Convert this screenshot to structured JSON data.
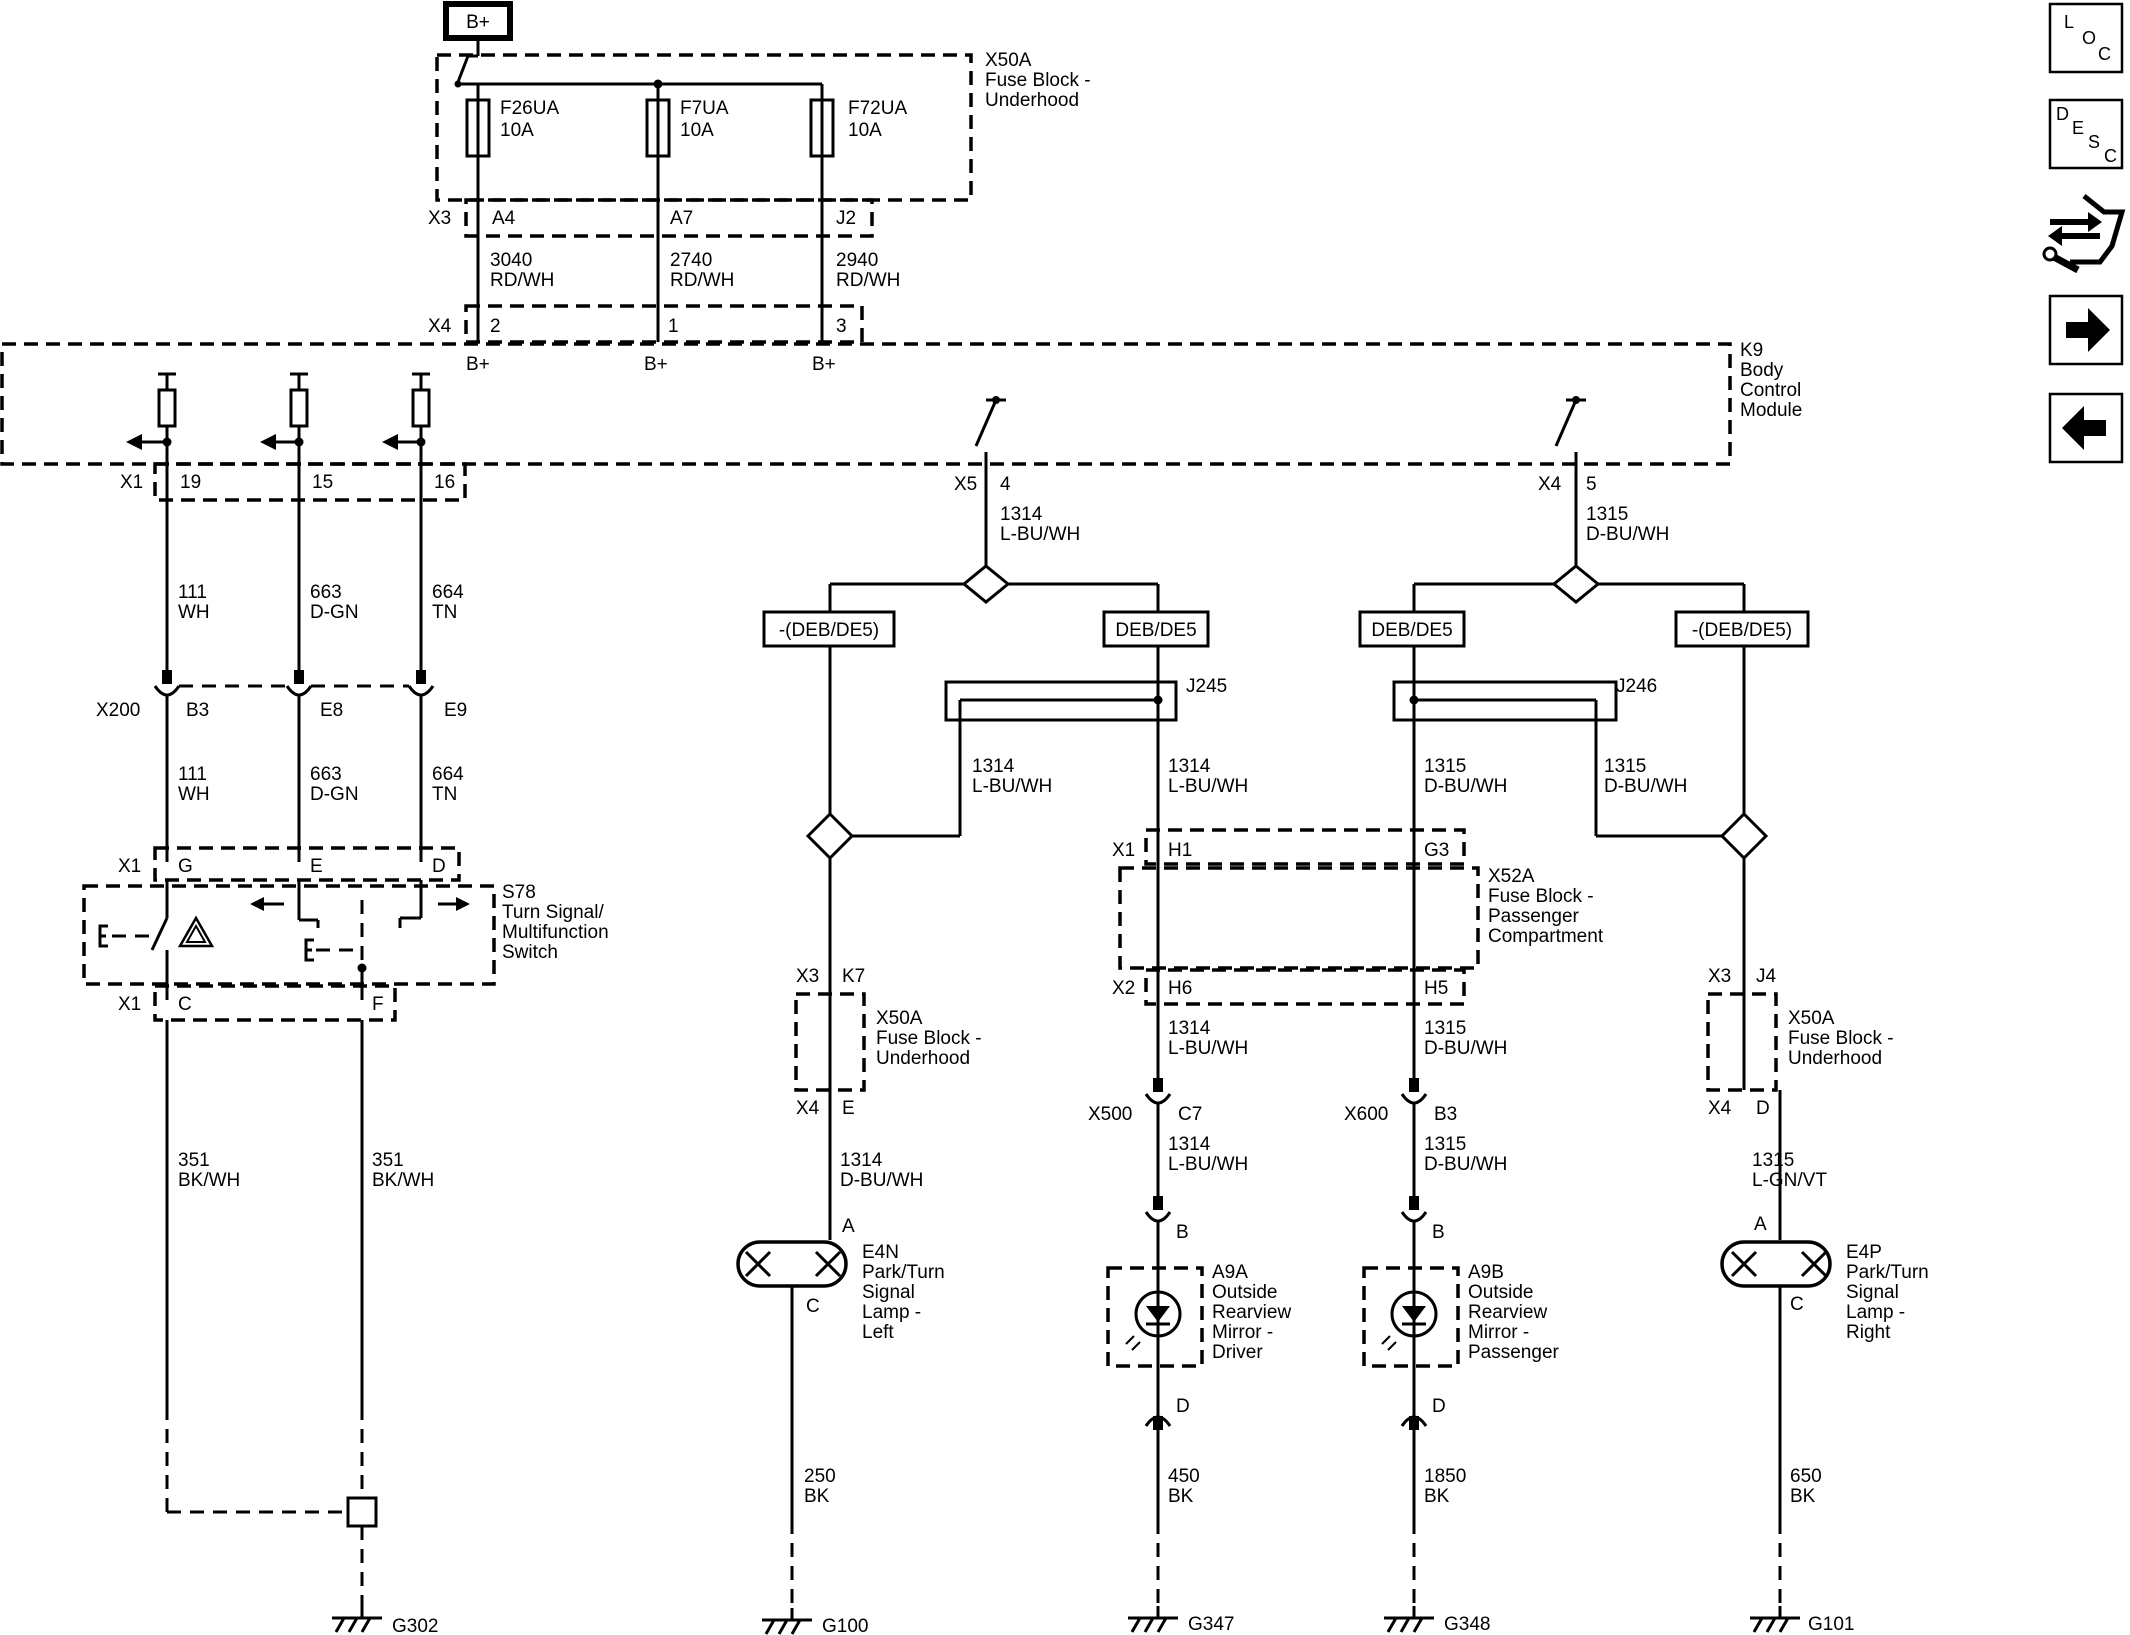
{
  "power": {
    "label": "B+"
  },
  "fuse_block": {
    "name": "X50A",
    "desc": [
      "Fuse Block -",
      "Underhood"
    ],
    "fuses": [
      {
        "id": "F26UA",
        "rating": "10A",
        "x3_pin": "A4",
        "circuit": "3040",
        "color": "RD/WH",
        "x4_pin": "2",
        "bcm_label": "B+"
      },
      {
        "id": "F7UA",
        "rating": "10A",
        "x3_pin": "A7",
        "circuit": "2740",
        "color": "RD/WH",
        "x4_pin": "1",
        "bcm_label": "B+"
      },
      {
        "id": "F72UA",
        "rating": "10A",
        "x3_pin": "J2",
        "circuit": "2940",
        "color": "RD/WH",
        "x4_pin": "3",
        "bcm_label": "B+"
      }
    ],
    "x3": "X3",
    "x4": "X4"
  },
  "bcm": {
    "name": "K9",
    "desc": [
      "Body",
      "Control",
      "Module"
    ],
    "left_connector": "X1",
    "left_pins": [
      "19",
      "15",
      "16"
    ],
    "x5": {
      "connector": "X5",
      "pin": "4"
    },
    "x4": {
      "connector": "X4",
      "pin": "5"
    }
  },
  "left_wires": {
    "upper": [
      {
        "circuit": "111",
        "color": "WH"
      },
      {
        "circuit": "663",
        "color": "D-GN"
      },
      {
        "circuit": "664",
        "color": "TN"
      }
    ],
    "x200": {
      "name": "X200",
      "pins": [
        "B3",
        "E8",
        "E9"
      ]
    },
    "lower": [
      {
        "circuit": "111",
        "color": "WH"
      },
      {
        "circuit": "663",
        "color": "D-GN"
      },
      {
        "circuit": "664",
        "color": "TN"
      }
    ]
  },
  "switch": {
    "name": "S78",
    "desc": [
      "Turn Signal/",
      "Multifunction",
      "Switch"
    ],
    "x1_top": "X1",
    "top_pins": [
      "G",
      "E",
      "D"
    ],
    "x1_bottom": "X1",
    "bottom_pins": [
      "C",
      "F"
    ],
    "ground_wires": [
      {
        "circuit": "351",
        "color": "BK/WH"
      },
      {
        "circuit": "351",
        "color": "BK/WH"
      }
    ],
    "ground": "G302"
  },
  "left_circuit": {
    "trunk": {
      "circuit": "1314",
      "color": "L-BU/WH"
    },
    "tag_minus": "-(DEB/DE5)",
    "tag_plus": "DEB/DE5",
    "splice": "J245",
    "branch_a": {
      "circuit": "1314",
      "color": "L-BU/WH"
    },
    "branch_b": {
      "circuit": "1314",
      "color": "L-BU/WH"
    }
  },
  "right_circuit": {
    "trunk": {
      "circuit": "1315",
      "color": "D-BU/WH"
    },
    "tag_minus": "-(DEB/DE5)",
    "tag_plus": "DEB/DE5",
    "splice": "J246",
    "branch_a": {
      "circuit": "1315",
      "color": "D-BU/WH"
    },
    "branch_b": {
      "circuit": "1315",
      "color": "D-BU/WH"
    }
  },
  "fuse_block_pass": {
    "name": "X52A",
    "desc": [
      "Fuse Block -",
      "Passenger",
      "Compartment"
    ],
    "x1": "X1",
    "x1_pins": [
      "H1",
      "G3"
    ],
    "x2": "X2",
    "x2_pins": [
      "H6",
      "H5"
    ]
  },
  "lamp_left": {
    "x3": "X3",
    "x3_pin": "K7",
    "block": "X50A",
    "block_desc": [
      "Fuse Block -",
      "Underhood"
    ],
    "x4": "X4",
    "x4_pin": "E",
    "wire": {
      "circuit": "1314",
      "color": "D-BU/WH"
    },
    "pin_a": "A",
    "pin_c": "C",
    "name": "E4N",
    "desc": [
      "Park/Turn",
      "Signal",
      "Lamp -",
      "Left"
    ],
    "gnd_wire": {
      "circuit": "250",
      "color": "BK"
    },
    "ground": "G100"
  },
  "mirror_driver": {
    "wire_top": {
      "circuit": "1314",
      "color": "L-BU/WH"
    },
    "connector": "X500",
    "pin": "C7",
    "wire_mid": {
      "circuit": "1314",
      "color": "L-BU/WH"
    },
    "pin_b": "B",
    "pin_d": "D",
    "name": "A9A",
    "desc": [
      "Outside",
      "Rearview",
      "Mirror -",
      "Driver"
    ],
    "gnd_wire": {
      "circuit": "450",
      "color": "BK"
    },
    "ground": "G347"
  },
  "mirror_pass": {
    "wire_top": {
      "circuit": "1315",
      "color": "D-BU/WH"
    },
    "connector": "X600",
    "pin": "B3",
    "wire_mid": {
      "circuit": "1315",
      "color": "D-BU/WH"
    },
    "pin_b": "B",
    "pin_d": "D",
    "name": "A9B",
    "desc": [
      "Outside",
      "Rearview",
      "Mirror -",
      "Passenger"
    ],
    "gnd_wire": {
      "circuit": "1850",
      "color": "BK"
    },
    "ground": "G348"
  },
  "lamp_right": {
    "x3": "X3",
    "x3_pin": "J4",
    "block": "X50A",
    "block_desc": [
      "Fuse Block -",
      "Underhood"
    ],
    "x4": "X4",
    "x4_pin": "D",
    "wire": {
      "circuit": "1315",
      "color": "L-GN/VT"
    },
    "pin_a": "A",
    "pin_c": "C",
    "name": "E4P",
    "desc": [
      "Park/Turn",
      "Signal",
      "Lamp -",
      "Right"
    ],
    "gnd_wire": {
      "circuit": "650",
      "color": "BK"
    },
    "ground": "G101"
  },
  "nav": {
    "loc": [
      "L",
      "O",
      "C"
    ],
    "desc": [
      "D",
      "E",
      "S",
      "C"
    ],
    "buttons": [
      "loc-icon",
      "desc-icon",
      "connector-icon",
      "next-icon",
      "previous-icon"
    ]
  }
}
